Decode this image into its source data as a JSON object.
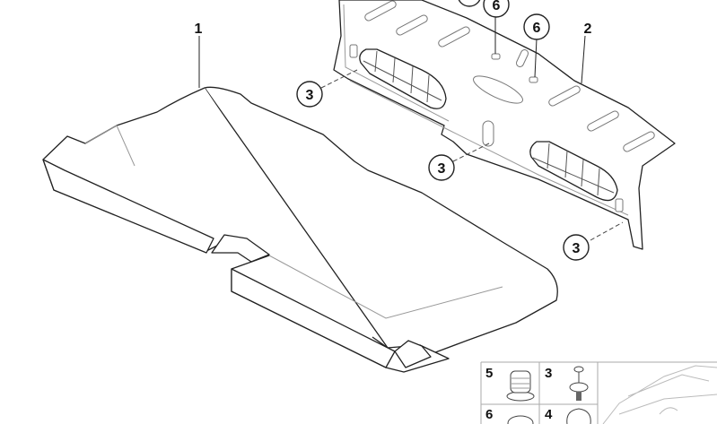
{
  "diagram": {
    "callouts": [
      {
        "id": "1",
        "label": "1",
        "style": "plain",
        "target": "luggage-compartment-floor-cover"
      },
      {
        "id": "2",
        "label": "2",
        "style": "plain",
        "target": "rear-trim-panel"
      },
      {
        "id": "3a",
        "label": "3",
        "style": "circled"
      },
      {
        "id": "3b",
        "label": "3",
        "style": "circled"
      },
      {
        "id": "3c",
        "label": "3",
        "style": "circled"
      },
      {
        "id": "6a",
        "label": "6",
        "style": "circled"
      },
      {
        "id": "6b",
        "label": "6",
        "style": "circled"
      }
    ],
    "legend": [
      {
        "label": "5",
        "part": "plug"
      },
      {
        "label": "3",
        "part": "expanding-rivet"
      },
      {
        "label": "6",
        "part": "cap"
      },
      {
        "label": "4",
        "part": "clip"
      }
    ],
    "colors": {
      "line": "#222222",
      "background": "#ffffff",
      "thumb_line": "#bbbbbb"
    }
  }
}
